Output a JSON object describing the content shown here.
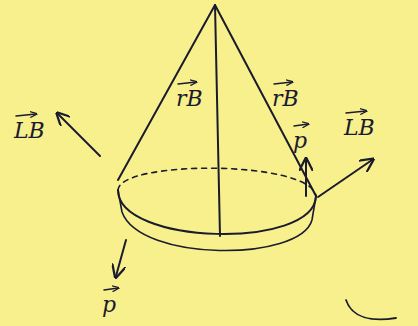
{
  "diagram": {
    "labels": [
      "rB",
      "rB",
      "LB",
      "p",
      "LB",
      "p"
    ]
  }
}
